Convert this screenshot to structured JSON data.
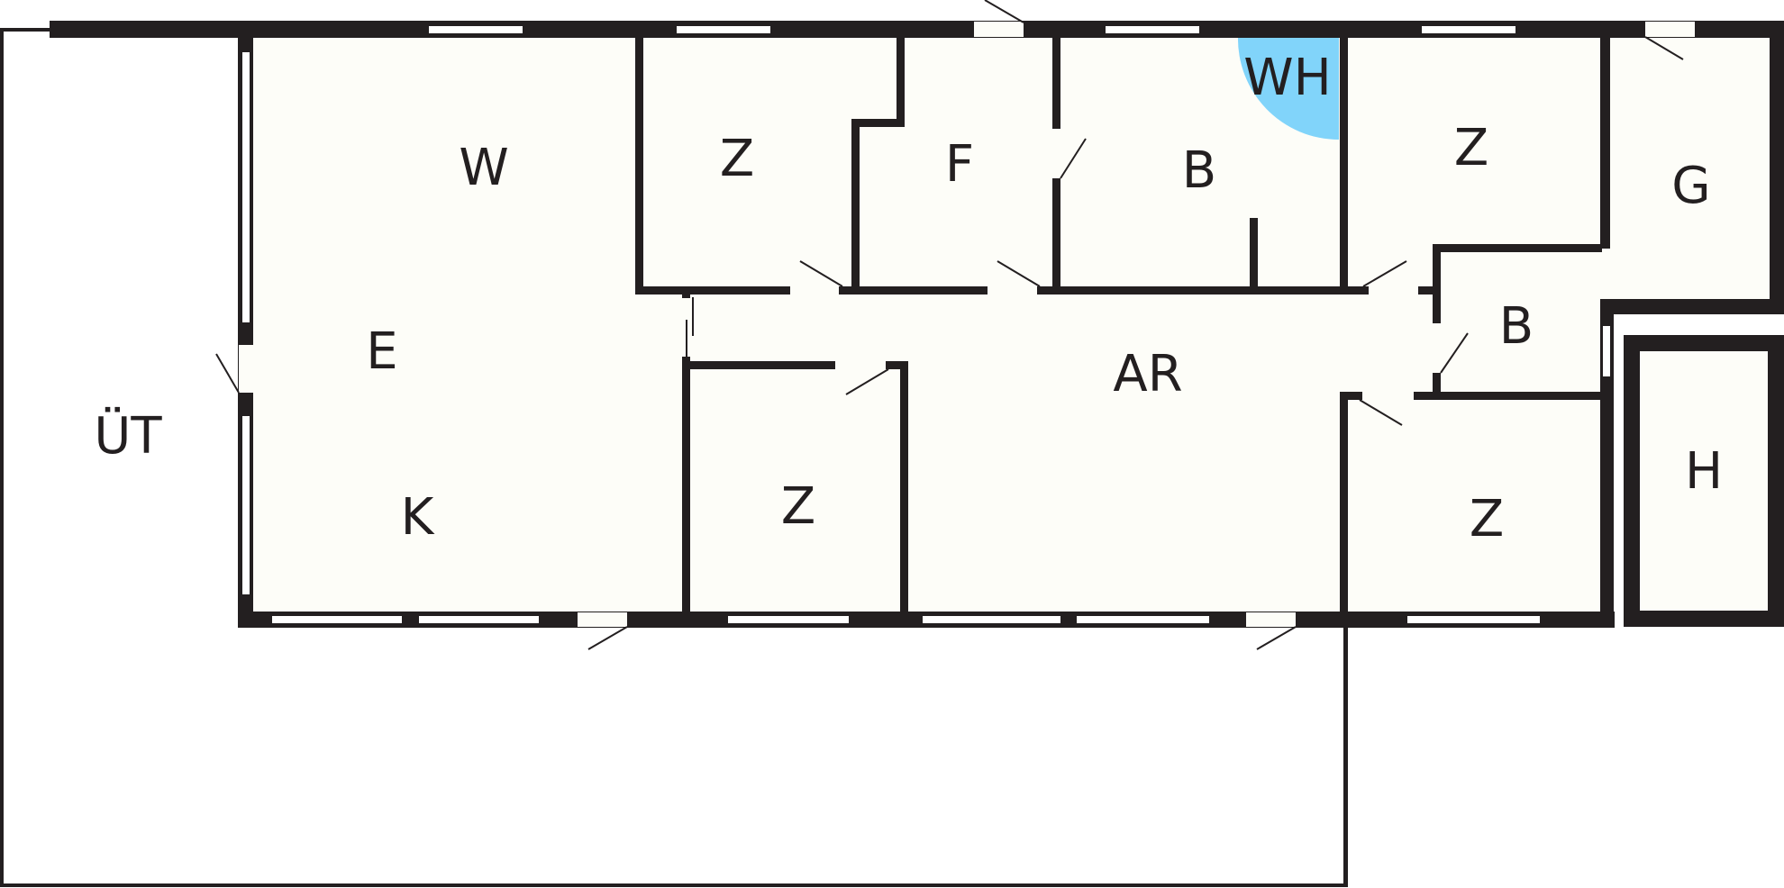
{
  "floorplan": {
    "rooms": [
      {
        "key": "ut",
        "label": "ÜT"
      },
      {
        "key": "w",
        "label": "W"
      },
      {
        "key": "e",
        "label": "E"
      },
      {
        "key": "k",
        "label": "K"
      },
      {
        "key": "z1",
        "label": "Z"
      },
      {
        "key": "f",
        "label": "F"
      },
      {
        "key": "b1",
        "label": "B"
      },
      {
        "key": "wh",
        "label": "WH"
      },
      {
        "key": "z2",
        "label": "Z"
      },
      {
        "key": "g",
        "label": "G"
      },
      {
        "key": "b2",
        "label": "B"
      },
      {
        "key": "ar",
        "label": "AR"
      },
      {
        "key": "z3",
        "label": "Z"
      },
      {
        "key": "z4",
        "label": "Z"
      },
      {
        "key": "h",
        "label": "H"
      }
    ],
    "colors": {
      "wall": "#231f20",
      "floor": "#fdfdf8",
      "window": "#ffffff",
      "fixture": "#81d4fa"
    }
  }
}
